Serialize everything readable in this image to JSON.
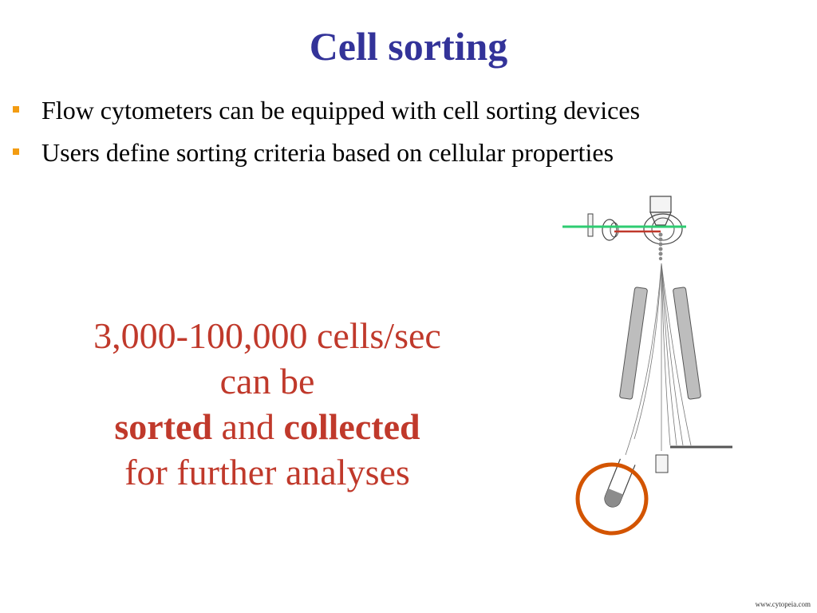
{
  "slide": {
    "title": "Cell sorting",
    "bullets": [
      "Flow cytometers can be equipped with cell sorting devices",
      "Users define sorting criteria based on cellular properties"
    ],
    "callout": {
      "line1": "3,000-100,000 cells/sec",
      "line2": "can be",
      "sorted": "sorted",
      "and": "and",
      "collected": "collected",
      "line4": "for further analyses"
    },
    "credit": "www.cytopeia.com"
  },
  "colors": {
    "title": "#333399",
    "callout": "#c0392b",
    "bullet_marker": "#f39c12",
    "laser_green": "#2ecc71",
    "laser_red": "#c0392b",
    "deflection_plates": "#bdbdbd",
    "highlight_circle": "#d35400"
  },
  "icons": {
    "bullet": "square-bullet-icon",
    "diagram": "flow-cytometer-sorter-diagram"
  }
}
